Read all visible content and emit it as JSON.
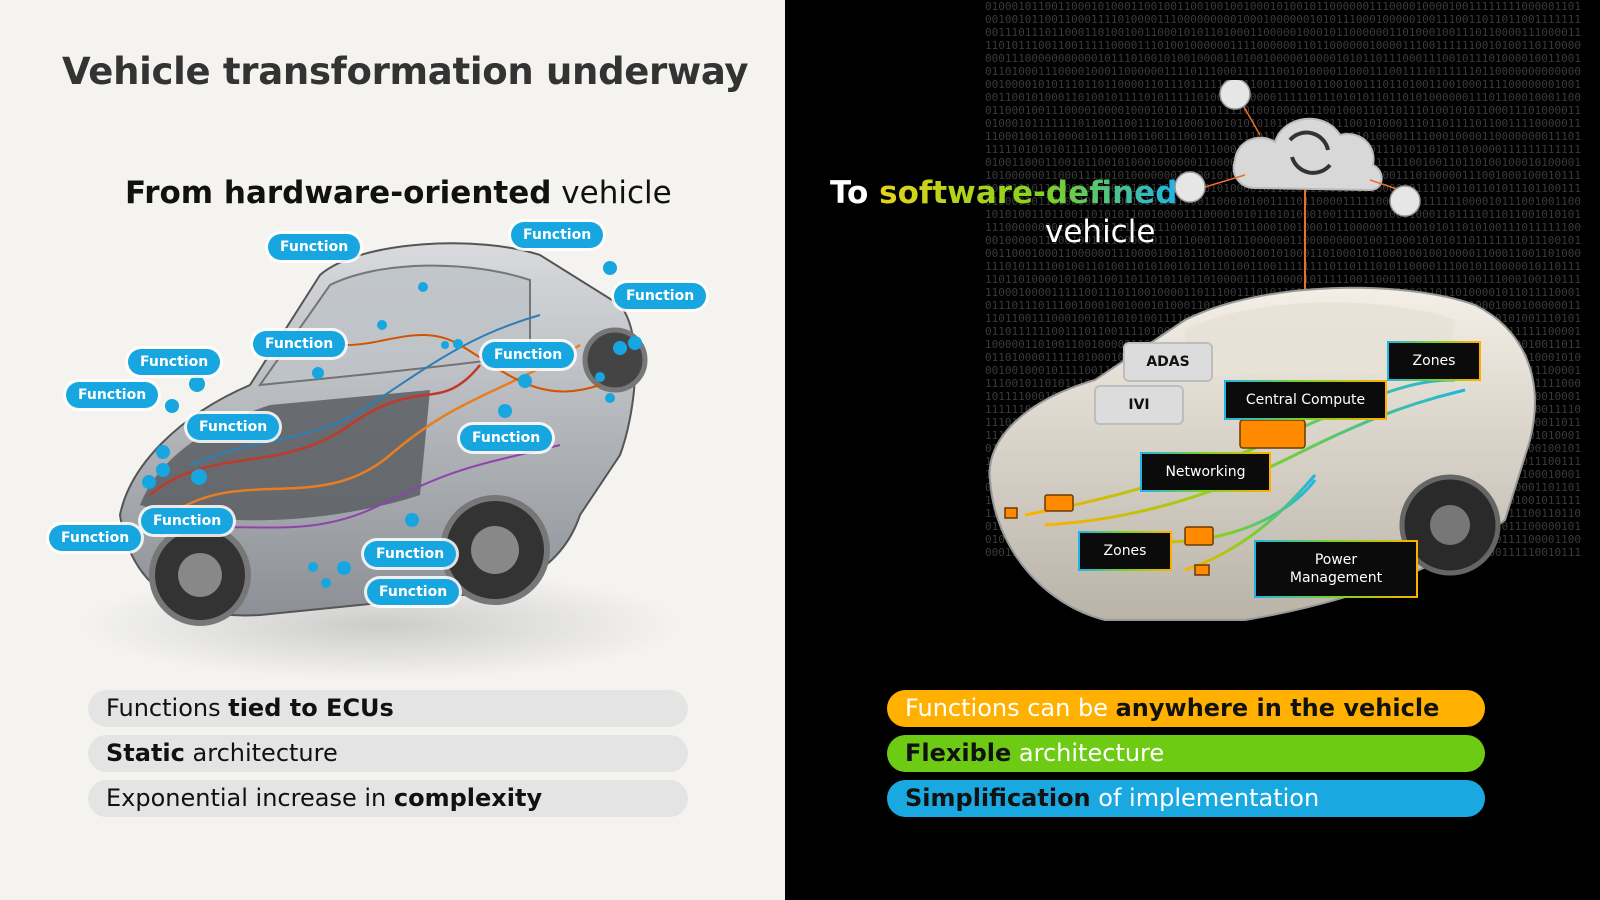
{
  "title": "Vehicle transformation underway",
  "left": {
    "heading_bold": "From hardware-oriented",
    "heading_rest": " vehicle",
    "function_label": "Function",
    "bars": [
      {
        "pre": "Functions ",
        "bold": "tied to ECUs",
        "post": ""
      },
      {
        "pre": "",
        "bold": "Static",
        "post": " architecture"
      },
      {
        "pre": "Exponential increase in ",
        "bold": "complexity",
        "post": ""
      }
    ]
  },
  "right": {
    "heading_to": "To ",
    "heading_grad": "software-defined",
    "heading_line2": "vehicle",
    "labels": {
      "adas": "ADAS",
      "ivi": "IVI",
      "central_compute": "Central Compute",
      "zones_top": "Zones",
      "networking": "Networking",
      "zones_bottom": "Zones",
      "power_line1": "Power",
      "power_line2": "Management"
    },
    "bars": [
      {
        "pre": "Functions can be ",
        "bold": "anywhere",
        "post": " in the vehicle"
      },
      {
        "pre": "",
        "bold": "Flexible",
        "post": " architecture"
      },
      {
        "pre": "",
        "bold": "Simplification",
        "post": " of implementation"
      }
    ]
  },
  "colors": {
    "function_blue": "#17a6e0",
    "sdv_yellow": "#ffb000",
    "sdv_green": "#6ccb12",
    "sdv_cyan": "#1aa8e0"
  }
}
